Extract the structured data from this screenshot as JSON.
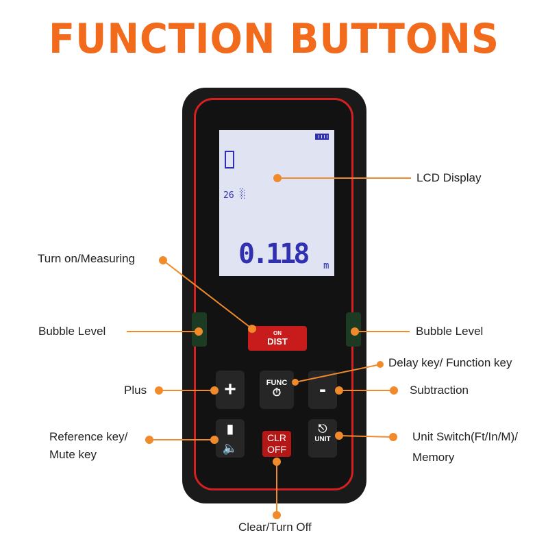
{
  "title": "FUNCTION BUTTONS",
  "accent": "#f26a1b",
  "lcd": {
    "reading": "0.118",
    "unit": "m",
    "angle": "26"
  },
  "keys": {
    "dist_top": "ON",
    "dist_bottom": "DIST",
    "plus": "+",
    "func": "FUNC",
    "minus": "-",
    "clr_top": "CLR",
    "clr_bottom": "OFF",
    "unit": "UNIT"
  },
  "labels": {
    "lcd": "LCD Display",
    "turn_on": "Turn on/Measuring",
    "bubble_left": "Bubble Level",
    "bubble_right": "Bubble Level",
    "delay": "Delay key/ Function key",
    "plus": "Plus",
    "subtraction": "Subtraction",
    "reference_1": "Reference key/",
    "reference_2": "Mute key",
    "unit_1": "Unit Switch(Ft/In/M)/",
    "unit_2": "Memory",
    "clear": "Clear/Turn Off"
  }
}
